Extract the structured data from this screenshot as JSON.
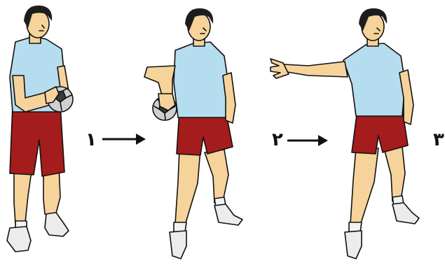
{
  "steps": [
    {
      "number": "١"
    },
    {
      "number": "٢"
    },
    {
      "number": "٣"
    }
  ],
  "colors": {
    "skin": "#f6d39b",
    "shirt": "#b6dcef",
    "shorts": "#a51c1c",
    "hair": "#1d1d1d",
    "sock": "#f2f2f2",
    "shoe": "#ececec",
    "ball": "#cfcfcf",
    "ball_patch": "#3a3a3a",
    "arrow": "#111111"
  },
  "icons": [
    "player-figure",
    "handball-icon",
    "right-arrow-icon"
  ]
}
